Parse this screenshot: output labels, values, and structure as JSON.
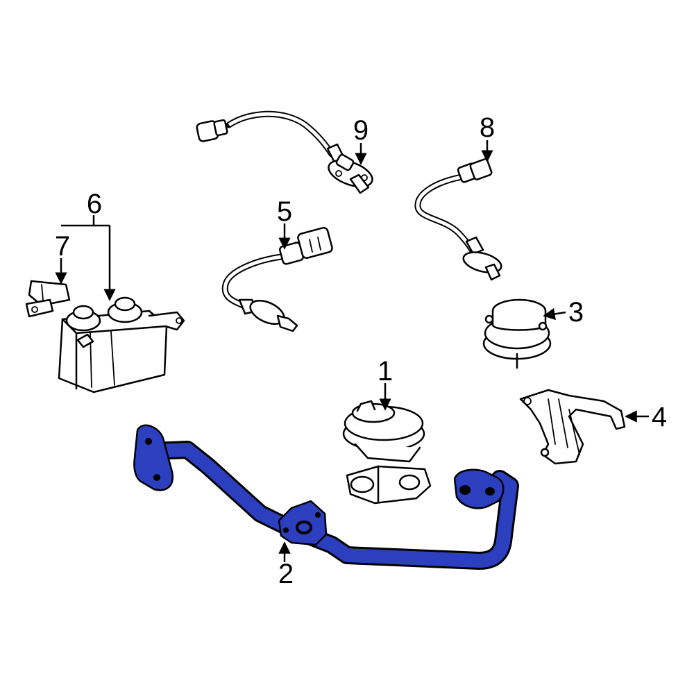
{
  "diagram": {
    "highlight_color": "#2b3fbf",
    "callouts": [
      {
        "id": "1",
        "label": "1"
      },
      {
        "id": "2",
        "label": "2"
      },
      {
        "id": "3",
        "label": "3"
      },
      {
        "id": "4",
        "label": "4"
      },
      {
        "id": "5",
        "label": "5"
      },
      {
        "id": "6",
        "label": "6"
      },
      {
        "id": "7",
        "label": "7"
      },
      {
        "id": "8",
        "label": "8"
      },
      {
        "id": "9",
        "label": "9"
      }
    ]
  }
}
